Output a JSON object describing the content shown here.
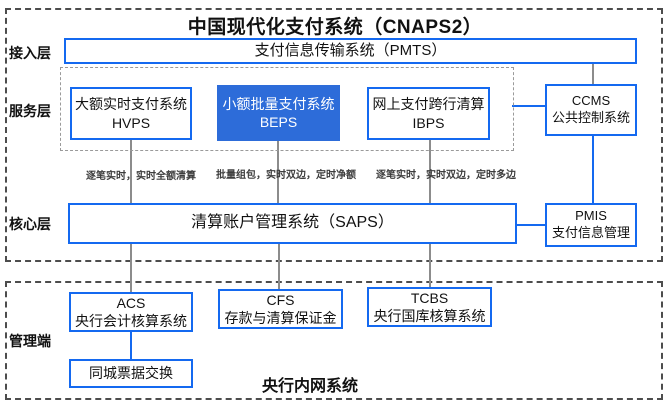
{
  "title": "中国现代化支付系统（CNAPS2）",
  "layers": {
    "access": "接入层",
    "service": "服务层",
    "core": "核心层",
    "management": "管理端"
  },
  "nodes": {
    "pmts": {
      "label": "支付信息传输系统（PMTS）"
    },
    "hvps": {
      "line1": "大额实时支付系统",
      "line2": "HVPS"
    },
    "beps": {
      "line1": "小额批量支付系统",
      "line2": "BEPS"
    },
    "ibps": {
      "line1": "网上支付跨行清算",
      "line2": "IBPS"
    },
    "ccms": {
      "line1": "CCMS",
      "line2": "公共控制系统"
    },
    "saps": {
      "label": "清算账户管理系统（SAPS）"
    },
    "pmis": {
      "line1": "PMIS",
      "line2": "支付信息管理"
    },
    "acs": {
      "line1": "ACS",
      "line2": "央行会计核算系统"
    },
    "cfs": {
      "line1": "CFS",
      "line2": "存款与清算保证金"
    },
    "tcbs": {
      "line1": "TCBS",
      "line2": "央行国库核算系统"
    },
    "bill_exchange": {
      "label": "同城票据交换"
    }
  },
  "annotations": {
    "hvps": "逐笔实时，实时全额清算",
    "beps": "批量组包，实时双边，定时净额",
    "ibps": "逐笔实时，实时双边，定时多边"
  },
  "footer": "央行内网系统",
  "colors": {
    "accent_blue": "#1469f0",
    "beps_fill": "#2d6cd9",
    "connector_gray": "#8c8c8c",
    "dashed_border": "#4d4d4d"
  }
}
